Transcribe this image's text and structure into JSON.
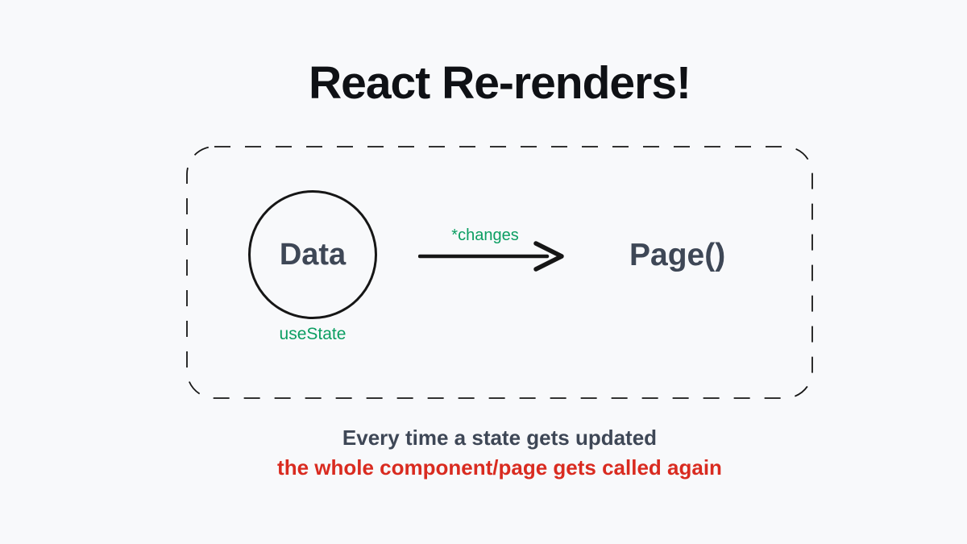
{
  "title": "React Re-renders!",
  "diagram": {
    "data_node": {
      "label": "Data",
      "caption": "useState"
    },
    "arrow": {
      "label": "*changes"
    },
    "page_node": {
      "label": "Page()"
    }
  },
  "footer": {
    "line1": "Every time a state gets updated",
    "line2": "the whole component/page gets called again"
  },
  "colors": {
    "background": "#f8f9fb",
    "title_text": "#0f1115",
    "dark_text": "#3e4756",
    "accent_green": "#0b9e62",
    "accent_red": "#d92b20",
    "stroke_black": "#161616"
  }
}
